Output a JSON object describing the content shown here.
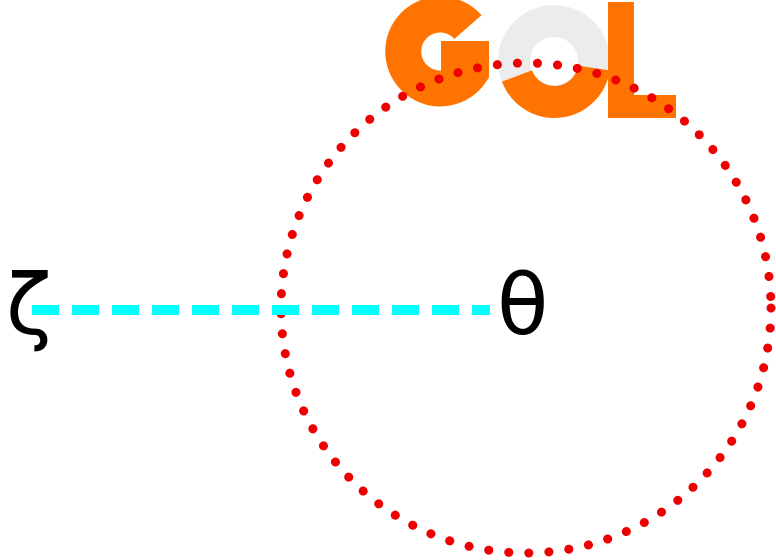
{
  "diagram": {
    "labels": {
      "left_symbol": "ζ",
      "center_symbol": "θ"
    },
    "logo": {
      "text": "GOL",
      "color": "#ff7300",
      "ring_color": "#ececec"
    },
    "circle": {
      "stroke_color": "#ee0000",
      "style": "dotted"
    },
    "radius_line": {
      "stroke_color": "#00ffff",
      "style": "dashed"
    },
    "label_color": "#000000",
    "background": "#ffffff"
  }
}
